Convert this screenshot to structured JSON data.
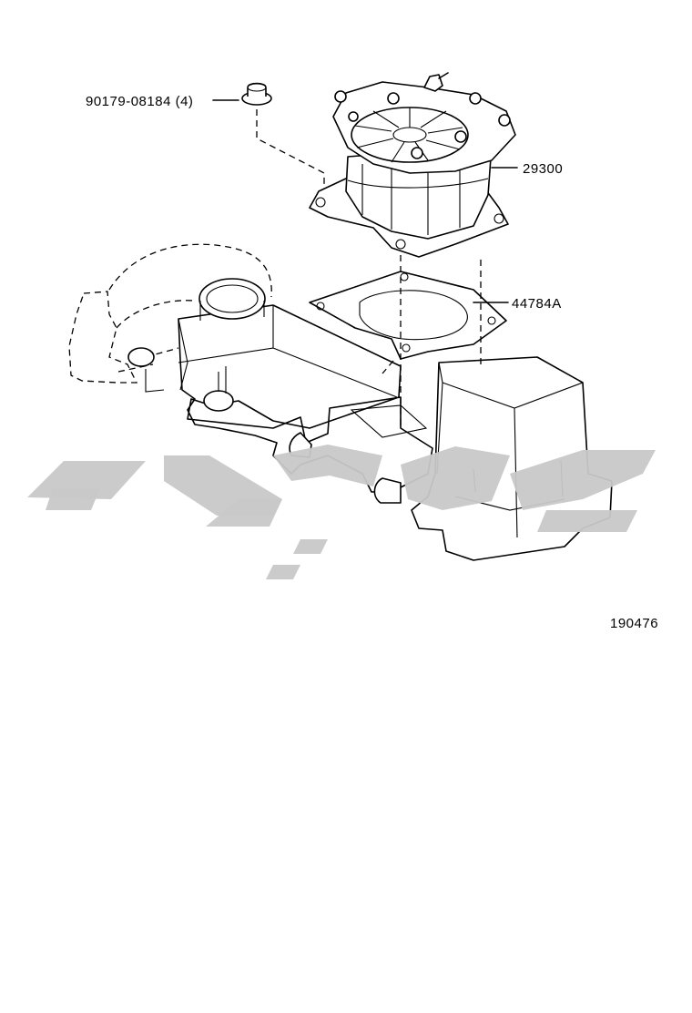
{
  "labels": {
    "bolt": "90179-08184 (4)",
    "pump": "29300",
    "gasket": "44784A",
    "diagram_id": "190476"
  }
}
